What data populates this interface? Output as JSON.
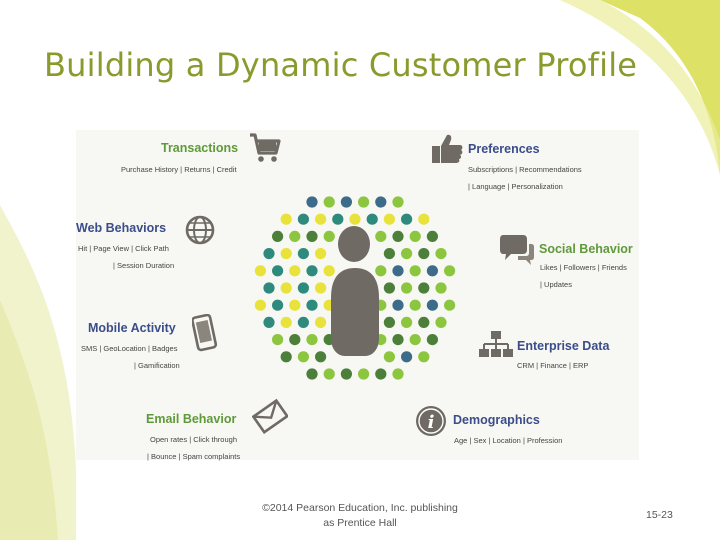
{
  "slide": {
    "title": "Building a Dynamic Customer Profile",
    "footer_line1": "©2014 Pearson Education, Inc. publishing",
    "footer_line2": "as Prentice Hall",
    "page_number": "15-23"
  },
  "diagram": {
    "colors": {
      "title": "#8a9a2c",
      "green_labels": "#5f9a3a",
      "blue_labels": "#3b4d8a",
      "icon_gray": "#6f6a63",
      "dot_light_green": "#8cc63f",
      "dot_dark_green": "#4b7f3a",
      "dot_teal": "#2f8a7e",
      "dot_blue": "#3d6b8a",
      "dot_yellow": "#e8e23a"
    },
    "transactions": {
      "title": "Transactions",
      "sub1": "Purchase History | Returns | Credit",
      "icon": "shopping-cart-icon"
    },
    "preferences": {
      "title": "Preferences",
      "sub1": "Subscriptions | Recommendations",
      "sub2": "| Language | Personalization",
      "icon": "thumbs-up-icon"
    },
    "web": {
      "title": "Web Behaviors",
      "sub1": "Hit | Page View | Click Path",
      "sub2": "| Session Duration",
      "icon": "globe-icon"
    },
    "social": {
      "title": "Social Behavior",
      "sub1": "Likes | Followers | Friends",
      "sub2": "| Updates",
      "icon": "speech-bubbles-icon"
    },
    "mobile": {
      "title": "Mobile Activity",
      "sub1": "SMS | GeoLocation | Badges",
      "sub2": "| Gamification",
      "icon": "mobile-phone-icon"
    },
    "enterprise": {
      "title": "Enterprise Data",
      "sub1": "CRM | Finance | ERP",
      "icon": "org-chart-icon"
    },
    "email": {
      "title": "Email Behavior",
      "sub1": "Open rates | Click through",
      "sub2": "| Bounce | Spam complaints",
      "icon": "envelope-icon"
    },
    "demographics": {
      "title": "Demographics",
      "sub1": "Age | Sex | Location | Profession",
      "icon": "info-icon"
    }
  }
}
